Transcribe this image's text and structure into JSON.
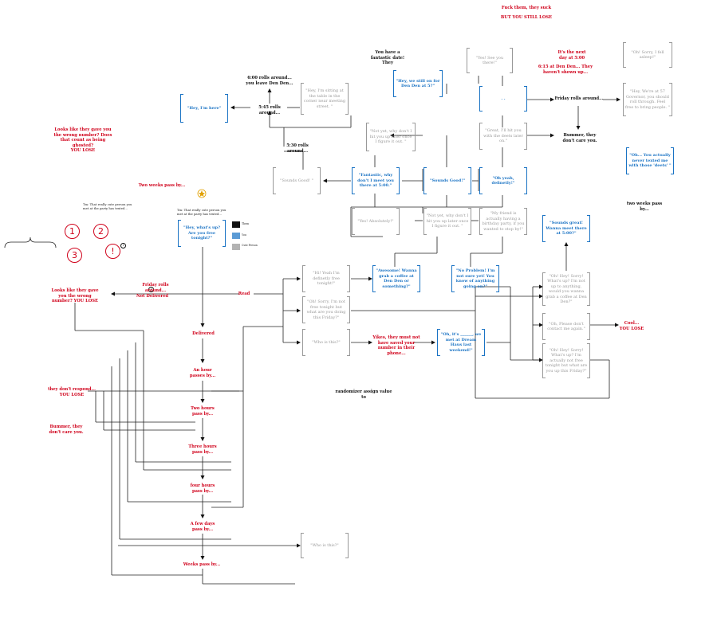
{
  "colors": {
    "red": "#d0021b",
    "blue": "#1a73c4",
    "grey": "#999999",
    "black": "#111111",
    "swatch_grey": "#b3b3b3"
  },
  "labels": {
    "fuck_them": "Fuck them, they suck",
    "but_you_lose": "BUT YOU STILL LOSE",
    "fantastic_date": "You have a fantastic date! They",
    "next_day": "It's the next day at 5:00",
    "six_fifteen": "6:15 at Den Den... They haven't shown up...",
    "friday_rolls_top": "Friday rolls around...",
    "bummer_top": "Bummer, they don't care you.",
    "four_rolls": "6:00 rolls around... you leave Den Den...",
    "five_forty_five": "5:45 rolls around...",
    "five_thirty": "5:30 rolls around...",
    "looks_like_top": "Looks like they gave you the wrong number? Does that count as being ghosted?",
    "you_lose_top": "YOU LOSE",
    "two_weeks_left": "Two weeks pass by...",
    "two_weeks_right": "two weeks pass by...",
    "friday_rolls_mid": "Friday rolls around...",
    "not_delivered": "Not Delivered",
    "read": "Read",
    "looks_like_mid": "Looks like they gave you the wrong number? YOU LOSE",
    "delivered": "Delivered",
    "an_hour": "An hour passes by...",
    "two_hours": "Two hours pass by...",
    "three_hours": "Three hours pass by...",
    "four_hours": "four hours pass by...",
    "few_days": "A few days pass by...",
    "weeks": "Weeks pass by...",
    "dont_respond": "they don't respond... YOU LOSE",
    "bummer_left": "Bummer, they don't care you.",
    "yikes": "Yikes, they must not have saved your number in their phone...",
    "cool_lose": "Cool... YOU LOSE",
    "randomizer": "randomizer assign value to",
    "note_left": "Tm: That really cute person you met at the party has texted...",
    "note_mid": "Tm: That really cute person you met at the party has texted...",
    "legend_them": "Them",
    "legend_you": "You",
    "legend_cute": "Cute Person"
  },
  "boxes": {
    "yes_see_you": "\"Yes! See you there!\"",
    "hey_still_on": "\"Hey, we still on for Den Den at 5?\"",
    "dots": ". .",
    "oh_sorry_fell": "\"Oh! Sorry, I fell asleep!\"",
    "hey_were_at": "\"Hey, We're at 57 Governor, you should roll through. Feel free to bring people. \"",
    "hey_im_here": "\"Hey, I'm here\"",
    "hey_sitting": "\"Hey, I'm sitting at the table in the corner near meeting street. \"",
    "not_yet_left": "\"Not yet, why don't I hit you up later once I figure it out. \"",
    "great_ill": "\"Great, I'll hit you with the deets later on.\"",
    "oh_actually": "\"Oh... You actually never texted me with those 'deets' \"",
    "sounds_good_grey": "\"Sounds Good! \"",
    "fantastic_why": "\"Fantastic, why don't I meet you there at 5:00.\"",
    "sounds_good_blue": "\"Sounds Good!\"",
    "oh_yeah": "\"Oh yeah, definetly!\"",
    "yes_absolutely": "\"Yes! Absolutely!\"",
    "not_yet_mid": "\"Not yet, why don't I hit you up later once I figure it out. \"",
    "my_friend": "\"My friend is actually having a birthday party, if you wanted to stop by!\"",
    "sounds_great": "\"Sounds great! Wanna meet there at 5:00?\"",
    "hey_whats_up": "\"Hey, what's up? Are you free tonight?\"",
    "hi_yeah": "\"Hi! Yeah I'm definetly free tonight!\"",
    "awesome": "\"Awesome! Wanna grab a coffee at Den Den or something?\"",
    "no_problem": "\"No Problem! I'm not sure yet! You know of anything going on?\"",
    "oh_hey_sorry_1": "\"Oh! Hey! Sorry! What's up? I'm not up to anything, would you wanna grab a coffee at Den Den?\"",
    "oh_sorry_not_free": "\"Oh! Sorry, I'm not free tonight but what are you doing this Friday?\"",
    "oh_please": "\"Oh, Please don't contact me again.\"",
    "who_is_this_1": "\"Who is this?\"",
    "oh_its": "\"Oh, it's ______, we met at Dream Haus last weekend!\"",
    "oh_hey_sorry_2": "\"Oh! Hey! Sorry! What's up? I'm actually not free tonight but what are you up this Friday?\"",
    "who_is_this_2": "\"Who is this?\""
  },
  "circles": {
    "one": "1",
    "two": "2",
    "three": "3",
    "alert": "!",
    "info": "i",
    "small_i": "i"
  }
}
